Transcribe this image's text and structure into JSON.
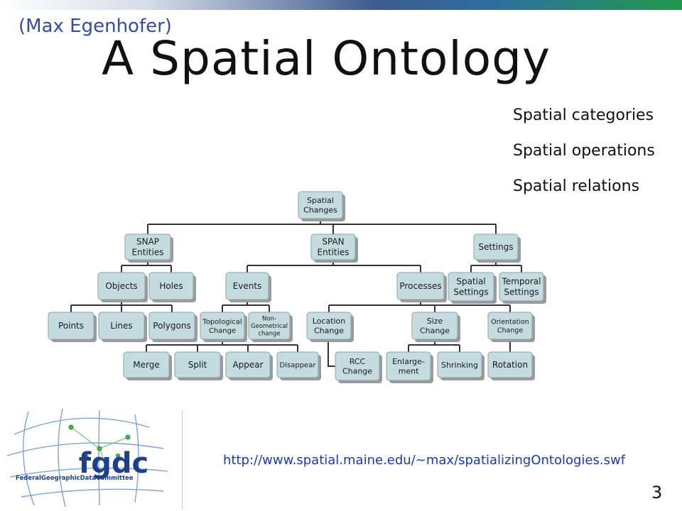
{
  "slide": {
    "author": "(Max Egenhofer)",
    "title": "A Spatial Ontology",
    "bullets": [
      "Spatial categories",
      "Spatial operations",
      "Spatial relations"
    ],
    "url": "http://www.spatial.maine.edu/~max/spatializingOntologies.swf",
    "page_number": "3"
  },
  "logo": {
    "name": "fgdc-logo",
    "acronym": "fgdc",
    "tagline": "FederalGeographicDataCommittee"
  },
  "diagram": {
    "root": "Spatial Changes",
    "nodes": {
      "root": [
        "Spatial",
        "Changes"
      ],
      "snap": [
        "SNAP",
        "Entities"
      ],
      "span": [
        "SPAN",
        "Entities"
      ],
      "settings": [
        "Settings"
      ],
      "objects": [
        "Objects"
      ],
      "holes": [
        "Holes"
      ],
      "events": [
        "Events"
      ],
      "processes": [
        "Processes"
      ],
      "spatial_settings": [
        "Spatial",
        "Settings"
      ],
      "temporal_settings": [
        "Temporal",
        "Settings"
      ],
      "points": [
        "Points"
      ],
      "lines": [
        "Lines"
      ],
      "polygons": [
        "Polygons"
      ],
      "topological": [
        "Topological",
        "Change"
      ],
      "nongeometrical": [
        "Non-",
        "Geometrical",
        "change"
      ],
      "location": [
        "Location",
        "Change"
      ],
      "size": [
        "Size",
        "Change"
      ],
      "orientation": [
        "Orientation",
        "Change"
      ],
      "merge": [
        "Merge"
      ],
      "split": [
        "Split"
      ],
      "appear": [
        "Appear"
      ],
      "disappear": [
        "Disappear"
      ],
      "rcc": [
        "RCC",
        "Change"
      ],
      "enlargement": [
        "Enlarge-",
        "ment"
      ],
      "shrinking": [
        "Shrinking"
      ],
      "rotation": [
        "Rotation"
      ]
    },
    "colors": {
      "box_fill": "#c4dcdf",
      "box_border": "#8ba3a8",
      "shadow": "#9a9a9a",
      "line": "#333333"
    }
  }
}
